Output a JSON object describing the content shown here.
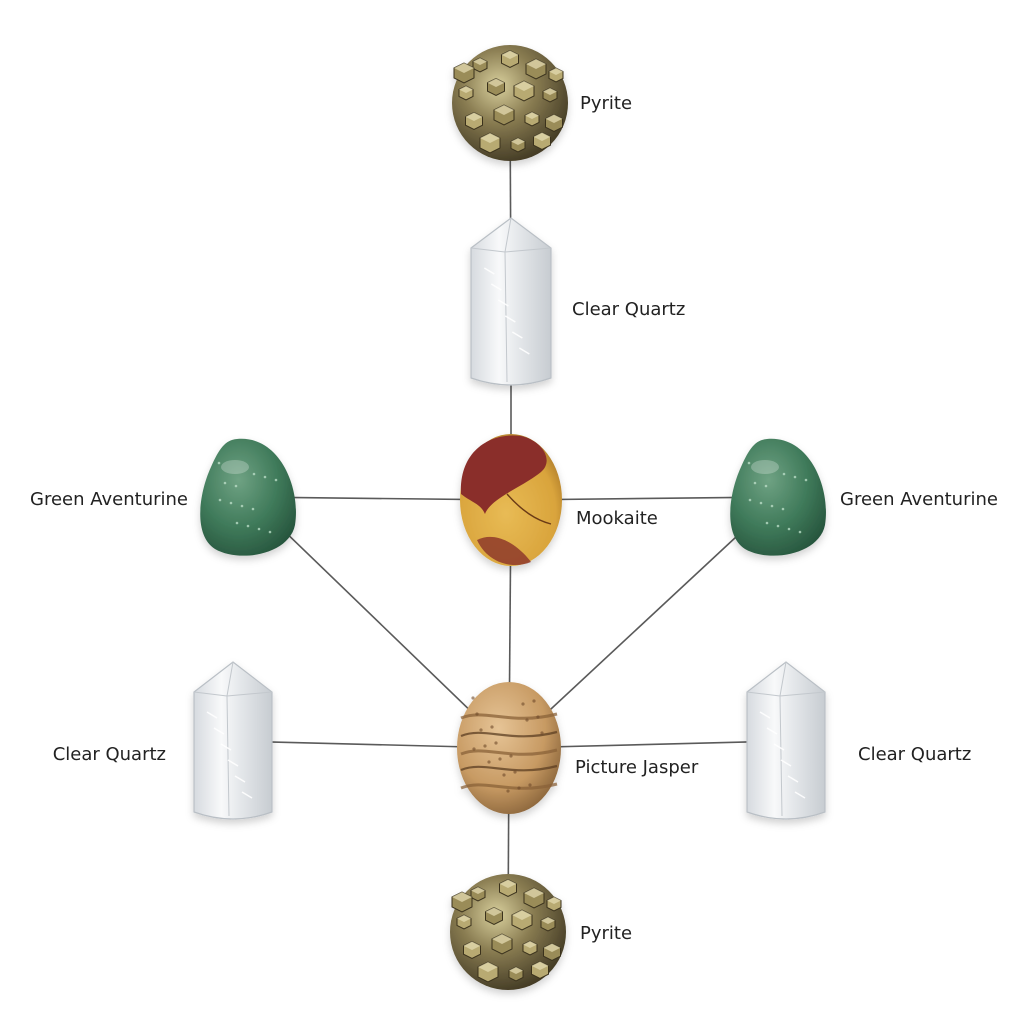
{
  "stones": [
    {
      "id": "pyrite-top",
      "label": "Pyrite",
      "kind": "pyrite"
    },
    {
      "id": "quartz-upper",
      "label": "Clear Quartz",
      "kind": "quartz"
    },
    {
      "id": "aventurine-left",
      "label": "Green Aventurine",
      "kind": "aventurine"
    },
    {
      "id": "mookaite-center",
      "label": "Mookaite",
      "kind": "mookaite"
    },
    {
      "id": "aventurine-right",
      "label": "Green Aventurine",
      "kind": "aventurine"
    },
    {
      "id": "quartz-left",
      "label": "Clear Quartz",
      "kind": "quartz"
    },
    {
      "id": "jasper-center",
      "label": "Picture Jasper",
      "kind": "jasper"
    },
    {
      "id": "quartz-right",
      "label": "Clear Quartz",
      "kind": "quartz"
    },
    {
      "id": "pyrite-bottom",
      "label": "Pyrite",
      "kind": "pyrite"
    }
  ],
  "connections": [
    [
      "pyrite-top",
      "quartz-upper"
    ],
    [
      "quartz-upper",
      "mookaite-center"
    ],
    [
      "aventurine-left",
      "mookaite-center"
    ],
    [
      "mookaite-center",
      "aventurine-right"
    ],
    [
      "mookaite-center",
      "jasper-center"
    ],
    [
      "aventurine-left",
      "jasper-center"
    ],
    [
      "aventurine-right",
      "jasper-center"
    ],
    [
      "quartz-left",
      "jasper-center"
    ],
    [
      "jasper-center",
      "quartz-right"
    ],
    [
      "jasper-center",
      "pyrite-bottom"
    ]
  ],
  "colors": {
    "line": "#5a5a5a",
    "text": "#222222",
    "pyrite": "#8a7d52",
    "quartz": "#eef0f2",
    "aventurine": "#3f7a5a",
    "mookaite_red": "#8a2e2a",
    "mookaite_yellow": "#d9a43c",
    "jasper": "#c79a63"
  }
}
